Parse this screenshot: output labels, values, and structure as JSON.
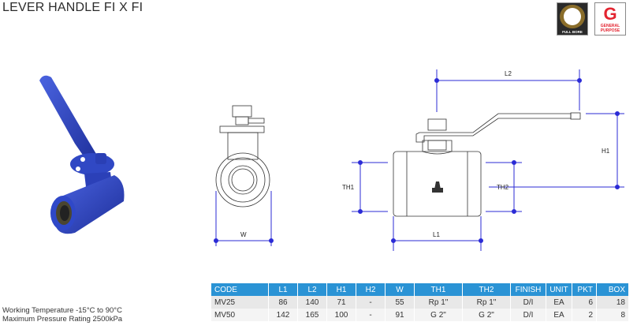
{
  "header": {
    "title": "LEVER HANDLE FI X FI"
  },
  "badges": [
    {
      "label": "FULL BORE",
      "icon": "full-bore-icon"
    },
    {
      "letter": "G",
      "label_line1": "GENERAL",
      "label_line2": "PURPOSE",
      "color": "#e32430"
    }
  ],
  "diagram": {
    "front_labels": {
      "w": "W"
    },
    "side_labels": {
      "l1": "L1",
      "l2": "L2",
      "h1": "H1",
      "th1": "TH1",
      "th2": "TH2"
    },
    "dimension_color": "#2b2bd6",
    "valve_color": "#2f4bc9"
  },
  "table": {
    "headers": [
      "CODE",
      "L1",
      "L2",
      "H1",
      "H2",
      "W",
      "TH1",
      "TH2",
      "FINISH",
      "UNIT",
      "PKT",
      "BOX"
    ],
    "rows": [
      [
        "MV25",
        "86",
        "140",
        "71",
        "-",
        "55",
        "Rp 1\"",
        "Rp 1\"",
        "D/I",
        "EA",
        "6",
        "18"
      ],
      [
        "MV50",
        "142",
        "165",
        "100",
        "-",
        "91",
        "G 2\"",
        "G 2\"",
        "D/I",
        "EA",
        "2",
        "8"
      ]
    ],
    "header_color": "#2a93d5"
  },
  "notes": {
    "line1": "Working Temperature  -15°C to 90°C",
    "line2": "Maximum Pressure Rating  2500kPa"
  }
}
